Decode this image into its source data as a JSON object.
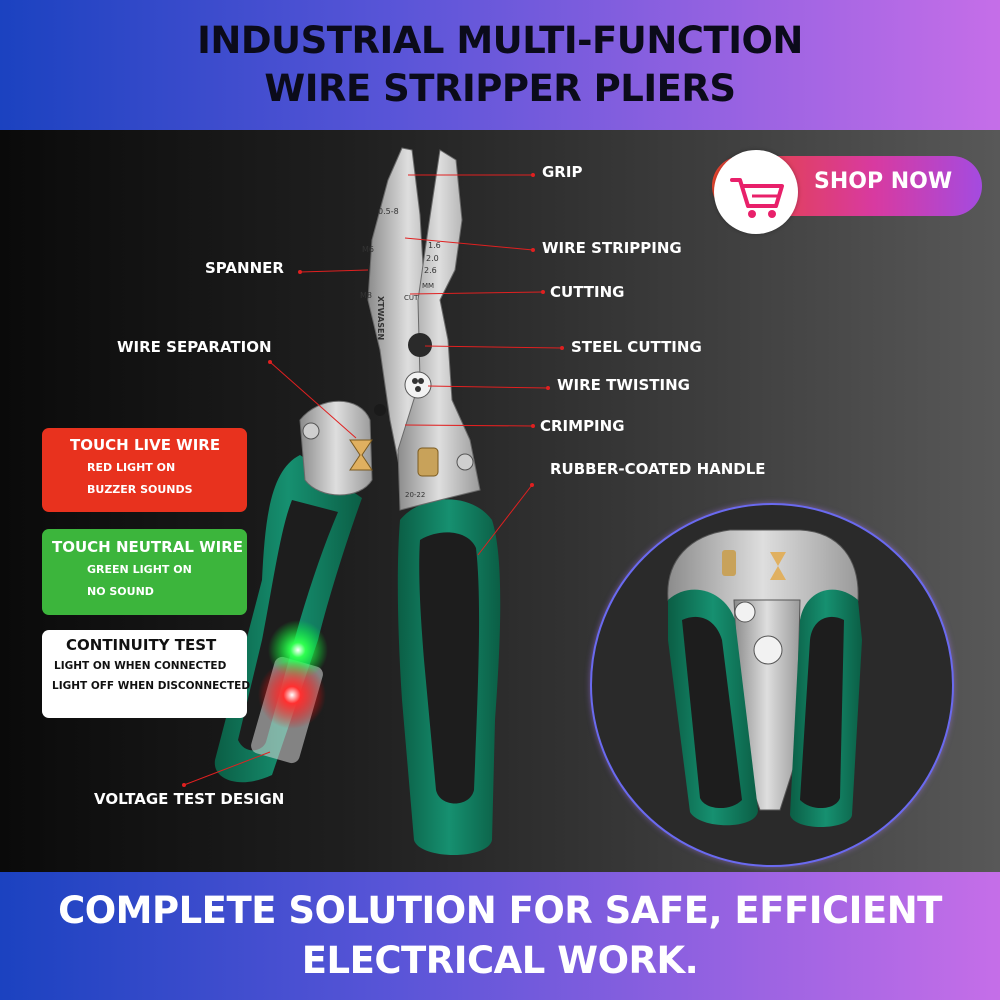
{
  "header": {
    "line1": "INDUSTRIAL MULTI-FUNCTION",
    "line2": "WIRE STRIPPER PLIERS"
  },
  "shop_button": {
    "label": "SHOP NOW",
    "icon": "shopping-cart-icon"
  },
  "callouts": {
    "grip": "GRIP",
    "wire_stripping": "WIRE STRIPPING",
    "cutting": "CUTTING",
    "spanner": "SPANNER",
    "wire_separation": "WIRE SEPARATION",
    "steel_cutting": "STEEL CUTTING",
    "wire_twisting": "WIRE TWISTING",
    "crimping": "CRIMPING",
    "rubber_handle": "RUBBER-COATED HANDLE",
    "voltage_test": "VOLTAGE TEST DESIGN"
  },
  "test_modes": {
    "live": {
      "title": "TOUCH LIVE WIRE",
      "line1": "RED LIGHT ON",
      "line2": "BUZZER SOUNDS"
    },
    "neutral": {
      "title": "TOUCH NEUTRAL WIRE",
      "line1": "GREEN LIGHT ON",
      "line2": "NO SOUND"
    },
    "continuity": {
      "title": "CONTINUITY TEST",
      "line1": "LIGHT ON WHEN CONNECTED",
      "line2": "LIGHT OFF WHEN DISCONNECTED"
    }
  },
  "tool_markings": {
    "size_top": "0.5-8",
    "m6": "M6",
    "m8": "M8",
    "gauge_16": "1.6",
    "gauge_20": "2.0",
    "gauge_26": "2.6",
    "mm": "MM",
    "cut": "CUT",
    "brand": "XTWASEN",
    "awg": "20-22"
  },
  "footer": {
    "line1": "COMPLETE SOLUTION FOR SAFE, EFFICIENT",
    "line2": "ELECTRICAL WORK."
  },
  "colors": {
    "banner_start": "#1b42c0",
    "banner_end": "#c56ee8",
    "handle_green": "#0f7a5a",
    "live_box": "#e8321e",
    "neutral_box": "#3cb53c",
    "continuity_box": "#ffffff",
    "callout_line": "#e02020"
  }
}
